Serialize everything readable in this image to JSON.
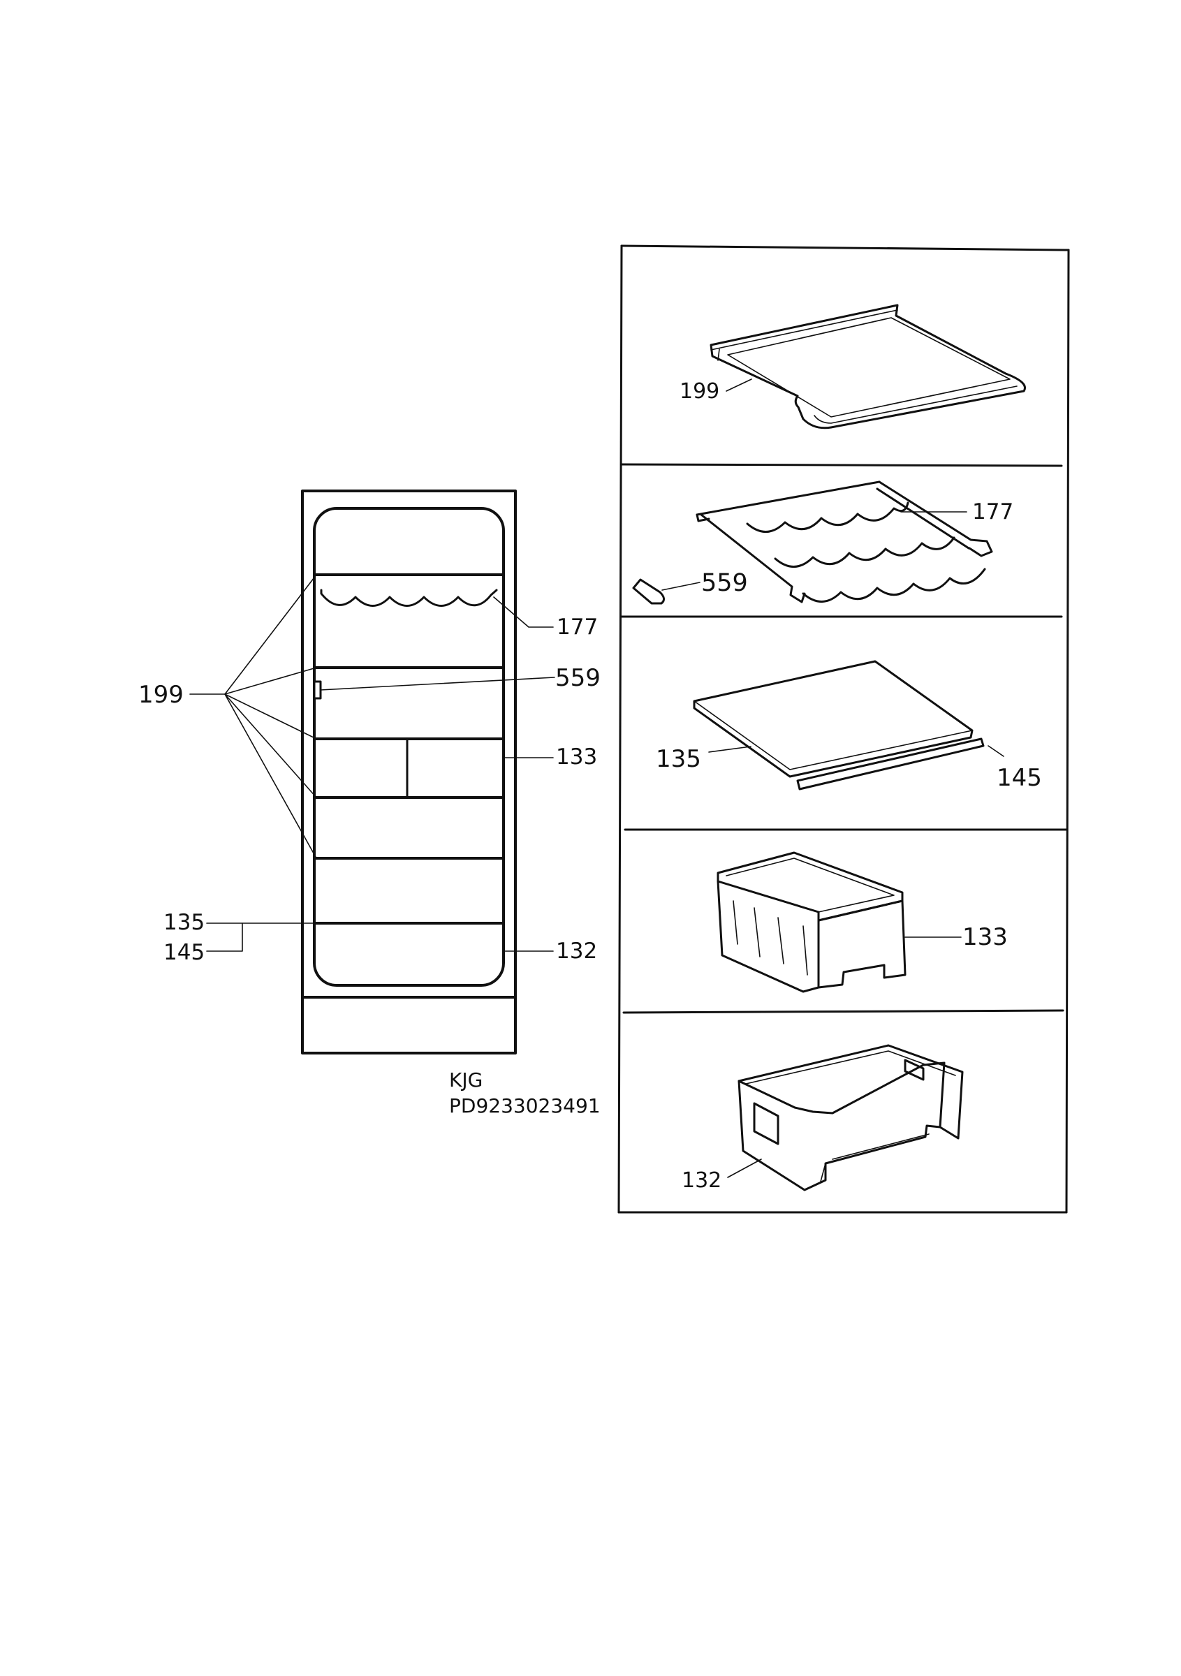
{
  "left_diagram": {
    "callouts": {
      "c199": "199",
      "c177": "177",
      "c559": "559",
      "c133": "133",
      "c135": "135",
      "c145": "145",
      "c132": "132"
    },
    "drawing_code": "KJG",
    "document_number": "PD9233023491"
  },
  "parts_panels": [
    {
      "part": "199",
      "label": "199"
    },
    {
      "part": "177_559",
      "label_a": "177",
      "label_b": "559"
    },
    {
      "part": "135_145",
      "label_a": "135",
      "label_b": "145"
    },
    {
      "part": "133",
      "label": "133"
    },
    {
      "part": "132",
      "label": "132"
    }
  ]
}
